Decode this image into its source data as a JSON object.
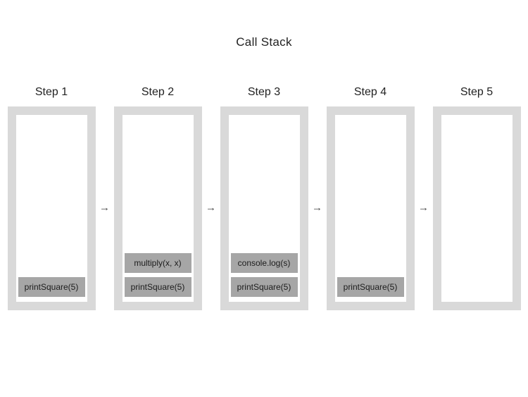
{
  "title": "Call Stack",
  "arrow": "→",
  "colors": {
    "stack_bg": "#d9d9d9",
    "stack_inner_bg": "#ffffff",
    "frame_bg": "#a6a6a6",
    "text": "#212121"
  },
  "steps": [
    {
      "label": "Step 1",
      "frames": [
        "printSquare(5)"
      ]
    },
    {
      "label": "Step 2",
      "frames": [
        "multiply(x, x)",
        "printSquare(5)"
      ]
    },
    {
      "label": "Step 3",
      "frames": [
        "console.log(s)",
        "printSquare(5)"
      ]
    },
    {
      "label": "Step 4",
      "frames": [
        "printSquare(5)"
      ]
    },
    {
      "label": "Step 5",
      "frames": []
    }
  ]
}
